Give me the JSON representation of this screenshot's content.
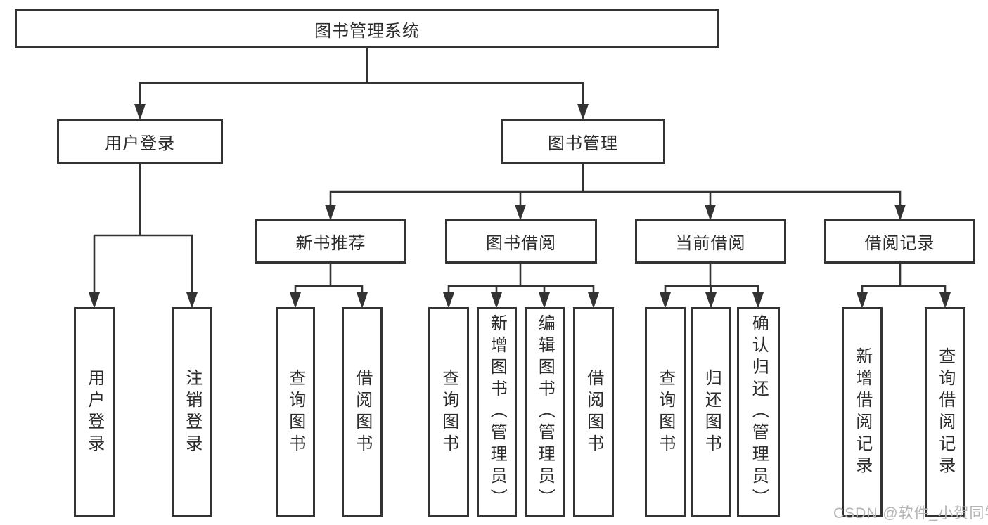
{
  "tree": {
    "label": "图书管理系统",
    "children": [
      {
        "label": "用户登录",
        "children": [
          {
            "label": "用户登录"
          },
          {
            "label": "注销登录"
          }
        ]
      },
      {
        "label": "图书管理",
        "children": [
          {
            "label": "新书推荐",
            "children": [
              {
                "label": "查询图书"
              },
              {
                "label": "借阅图书"
              }
            ]
          },
          {
            "label": "图书借阅",
            "children": [
              {
                "label": "查询图书"
              },
              {
                "label": "新增图书（管理员）"
              },
              {
                "label": "编辑图书（管理员）"
              },
              {
                "label": "借阅图书"
              }
            ]
          },
          {
            "label": "当前借阅",
            "children": [
              {
                "label": "查询图书"
              },
              {
                "label": "归还图书"
              },
              {
                "label": "确认归还（管理员）"
              }
            ]
          },
          {
            "label": "借阅记录",
            "children": [
              {
                "label": "新增借阅记录"
              },
              {
                "label": "查询借阅记录"
              }
            ]
          }
        ]
      }
    ]
  },
  "watermark": {
    "text": "CSDN @软件_小贺同学"
  },
  "colors": {
    "background": "#ffffff",
    "box_fill": "#ffffff",
    "line": "#333333",
    "text": "#2b2b2b",
    "watermark": "#b5b5b5"
  }
}
